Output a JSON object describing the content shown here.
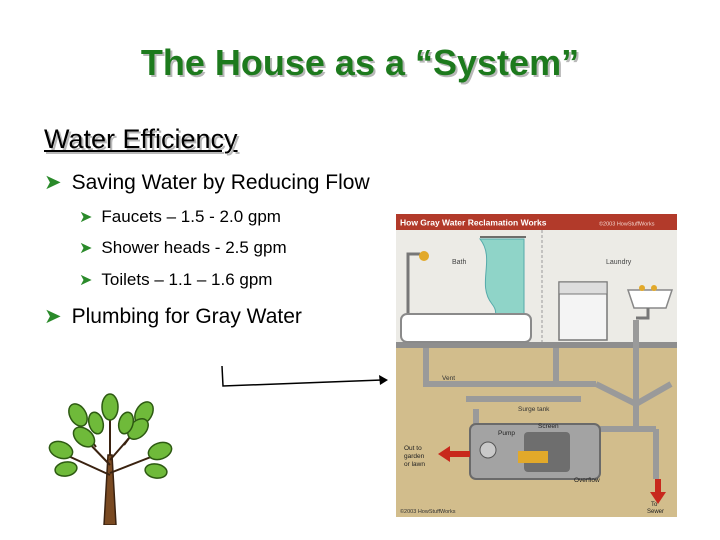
{
  "slide": {
    "title": "The House as a “System”",
    "subtitle": "Water Efficiency",
    "bullets": [
      {
        "text": "Saving Water by Reducing Flow",
        "sub": [
          "Faucets – 1.5 - 2.0 gpm",
          "Shower heads - 2.5 gpm",
          "Toilets – 1.1 – 1.6 gpm"
        ]
      },
      {
        "text": "Plumbing for Gray Water"
      }
    ],
    "bullet_icon": "arrow-bullet-icon",
    "title_color": "#1d7a1d"
  },
  "diagram": {
    "header": "How Gray Water Reclamation Works",
    "header_credit": "©2003 HowStuffWorks",
    "labels": {
      "bath": "Bath",
      "laundry": "Laundry",
      "vent": "Vent",
      "surge_tank": "Surge tank",
      "pump": "Pump",
      "screen": "Screen",
      "out_to_garden_1": "Out to",
      "out_to_garden_2": "garden",
      "out_to_garden_3": "or lawn",
      "overflow": "Overflow",
      "to_sewer_1": "To",
      "to_sewer_2": "Sewer",
      "copyright": "©2003 HowStuffWorks"
    }
  }
}
